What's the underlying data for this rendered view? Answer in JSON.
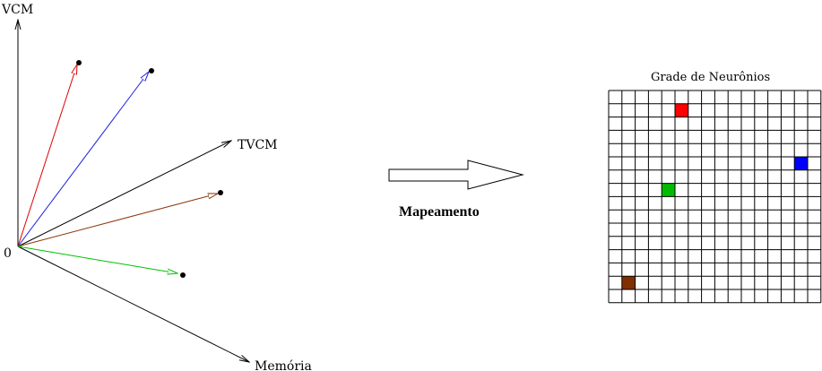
{
  "axes": {
    "origin_label": "0",
    "vcm_label": "VCM",
    "tvcm_label": "TVCM",
    "memoria_label": "Memória"
  },
  "mapping": {
    "label": "Mapeamento"
  },
  "grid": {
    "title": "Grade de Neurônios",
    "rows": 16,
    "cols": 16,
    "highlighted_cells": [
      {
        "row": 1,
        "col": 5,
        "color": "#ff0000"
      },
      {
        "row": 5,
        "col": 14,
        "color": "#0000ff"
      },
      {
        "row": 7,
        "col": 4,
        "color": "#00bb00"
      },
      {
        "row": 14,
        "col": 1,
        "color": "#803000"
      }
    ]
  },
  "vector_colors": {
    "red": "#e00000",
    "blue": "#2020e0",
    "brown": "#8a3a10",
    "green": "#00c000",
    "black": "#000000"
  }
}
